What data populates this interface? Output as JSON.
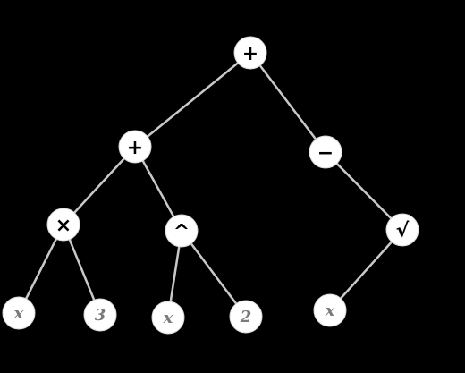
{
  "expression_tree": {
    "edge_color": "#c8c8c8",
    "node_fill": "#ffffff",
    "operator_color": "#000000",
    "operand_color": "#7a7a7a",
    "nodes": [
      {
        "id": "root-plus",
        "label": "+",
        "kind": "operator"
      },
      {
        "id": "left-plus",
        "label": "+",
        "kind": "operator"
      },
      {
        "id": "minus",
        "label": "−",
        "kind": "operator"
      },
      {
        "id": "times",
        "label": "×",
        "kind": "operator"
      },
      {
        "id": "caret",
        "label": "^",
        "kind": "operator"
      },
      {
        "id": "sqrt",
        "label": "√",
        "kind": "operator"
      },
      {
        "id": "leaf-x1",
        "label": "x",
        "kind": "operand"
      },
      {
        "id": "leaf-3",
        "label": "3",
        "kind": "operand"
      },
      {
        "id": "leaf-x2",
        "label": "x",
        "kind": "operand"
      },
      {
        "id": "leaf-2",
        "label": "2",
        "kind": "operand"
      },
      {
        "id": "leaf-x3",
        "label": "x",
        "kind": "operand"
      }
    ],
    "edges": [
      [
        "root-plus",
        "left-plus"
      ],
      [
        "root-plus",
        "minus"
      ],
      [
        "left-plus",
        "times"
      ],
      [
        "left-plus",
        "caret"
      ],
      [
        "minus",
        "sqrt"
      ],
      [
        "times",
        "leaf-x1"
      ],
      [
        "times",
        "leaf-3"
      ],
      [
        "caret",
        "leaf-x2"
      ],
      [
        "caret",
        "leaf-2"
      ],
      [
        "sqrt",
        "leaf-x3"
      ]
    ]
  }
}
